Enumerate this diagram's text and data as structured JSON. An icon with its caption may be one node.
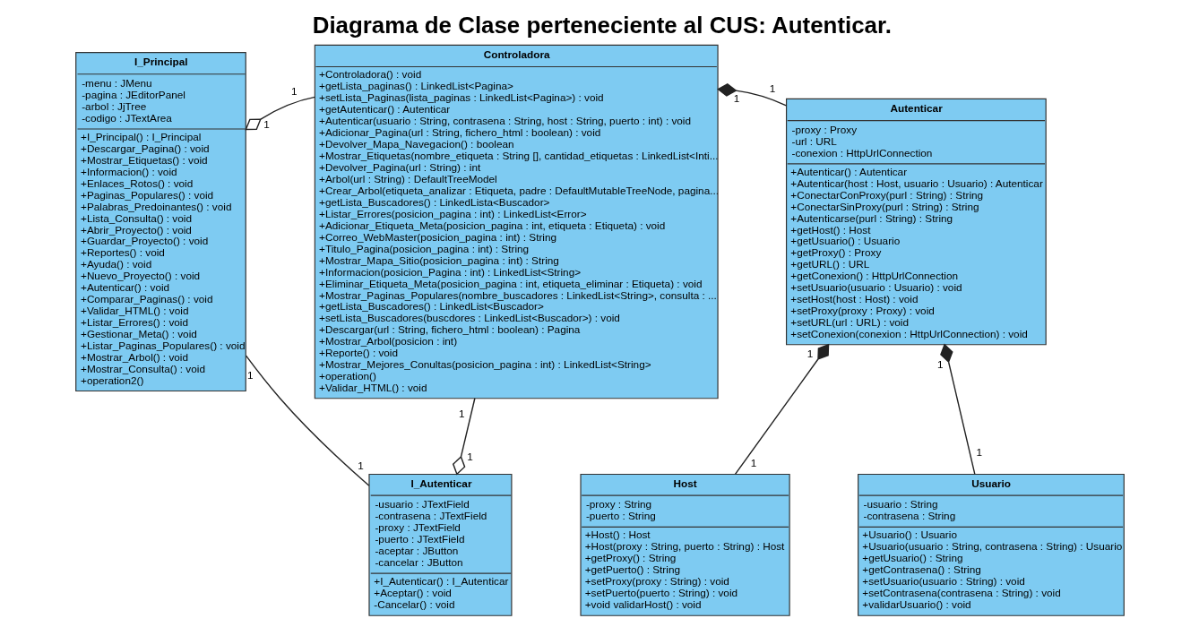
{
  "diagram": {
    "title": "Diagrama de Clase perteneciente al CUS: Autenticar.",
    "nodes": [
      {
        "text": [
          "I_Principal",
          "-menu : JMenu",
          "-pagina : JEditorPanel",
          "-arbol : JjTree",
          "-codigo : JTextArea",
          "+I_Principal() : I_Principal",
          "+Descargar_Pagina() : void",
          "+Mostrar_Etiquetas() : void",
          "+Informacion() : void",
          "+Enlaces_Rotos() : void",
          "+Paginas_Populares() : void",
          "+Palabras_Predoinantes() : void",
          "+Lista_Consulta() : void",
          "+Abrir_Proyecto() : void",
          "+Guardar_Proyecto() : void",
          "+Reportes() : void",
          "+Ayuda() : void",
          "+Nuevo_Proyecto() : void",
          "+Autenticar() : void",
          "+Comparar_Paginas() : void",
          "+Validar_HTML() : void",
          "+Listar_Errores() : void",
          "+Gestionar_Meta() : void",
          "+Listar_Paginas_Populares() : void",
          "+Mostrar_Arbol() : void",
          "+Mostrar_Consulta() : void",
          "+operation2()"
        ]
      },
      {
        "text": [
          "Controladora",
          "+Controladora() : void",
          "+getLista_paginas() : LinkedList<Pagina>",
          "+setLista_Paginas(lista_paginas : LinkedList<Pagina>) : void",
          "+getAutenticar() : Autenticar",
          "+Autenticar(usuario : String, contrasena : String, host : String, puerto : int) : void",
          "+Adicionar_Pagina(url : String, fichero_html : boolean) : void",
          "+Devolver_Mapa_Navegacion() : boolean",
          "+Mostrar_Etiquetas(nombre_etiqueta : String [], cantidad_etiquetas : LinkedList<Inti...",
          "+Devolver_Pagina(url : String) : int",
          "+Arbol(url : String) : DefaultTreeModel",
          "+Crear_Arbol(etiqueta_analizar : Etiqueta, padre : DefaultMutableTreeNode, pagina...",
          "+getLista_Buscadores() : LinkedLista<Buscador>",
          "+Listar_Errores(posicion_pagina : int) : LinkedList<Error>",
          "+Adicionar_Etiqueta_Meta(posicion_pagina : int, etiqueta : Etiqueta) : void",
          "+Correo_WebMaster(posicion_pagina : int) : String",
          "+Titulo_Pagina(posicion_pagina : int) : String",
          "+Mostrar_Mapa_Sitio(posicion_pagina : int) : String",
          "+Informacion(posicion_Pagina : int) : LinkedList<String>",
          "+Eliminar_Etiqueta_Meta(posicion_pagina : int, etiqueta_eliminar : Etiqueta) : void",
          "+Mostrar_Paginas_Populares(nombre_buscadores : LinkedList<String>, consulta : ...",
          "+getLista_Buscadores() : LinkedList<Buscador>",
          "+setLista_Buscadores(buscdores : LinkedList<Buscador>) : void",
          "+Descargar(url : String, fichero_html : boolean) : Pagina",
          "+Mostrar_Arbol(posicion : int)",
          "+Reporte() : void",
          "+Mostrar_Mejores_Conultas(posicion_pagina : int) : LinkedList<String>",
          "+operation()",
          "+Validar_HTML() : void"
        ]
      },
      {
        "text": [
          "Autenticar",
          "-proxy : Proxy",
          "-url : URL",
          "-conexion : HttpUrlConnection",
          "+Autenticar() : Autenticar",
          "+Autenticar(host : Host, usuario : Usuario) : Autenticar",
          "+ConectarConProxy(purl : String) : String",
          "+ConectarSinProxy(purl : String) : String",
          "+Autenticarse(purl : String) : String",
          "+getHost() : Host",
          "+getUsuario() : Usuario",
          "+getProxy() : Proxy",
          "+getURL() : URL",
          "+getConexion() : HttpUrlConnection",
          "+setUsuario(usuario : Usuario) : void",
          "+setHost(host : Host) : void",
          "+setProxy(proxy : Proxy) : void",
          "+setURL(url : URL) : void",
          "+setConexion(conexion : HttpUrlConnection) : void"
        ]
      },
      {
        "text": [
          "I_Autenticar",
          "-usuario : JTextField",
          "-contrasena : JTextField",
          "-proxy : JTextField",
          "-puerto : JTextField",
          "-aceptar : JButton",
          "-cancelar : JButton",
          "+I_Autenticar() : I_Autenticar",
          "+Aceptar() : void",
          "-Cancelar() : void"
        ]
      },
      {
        "text": [
          "Host",
          "-proxy : String",
          "-puerto : String",
          "+Host() : Host",
          "+Host(proxy : String, puerto : String) : Host",
          "+getProxy() : String",
          "+getPuerto() : String",
          "+setProxy(proxy : String) : void",
          "+setPuerto(puerto : String) : void",
          "+void validarHost() : void"
        ]
      },
      {
        "text": [
          "Usuario",
          "-usuario : String",
          "-contrasena : String",
          "+Usuario() : Usuario",
          "+Usuario(usuario : String, contrasena : String) : Usuario",
          "+getUsuario() : String",
          "+getContrasena() : String",
          "+setUsuario(usuario : String) : void",
          "+setContrasena(contrasena : String) : void",
          "+validarUsuario() : void"
        ]
      }
    ],
    "edges": [
      {
        "from": 1,
        "to": 0,
        "arrow": "other"
      },
      {
        "from": 2,
        "to": 1,
        "arrow": "other"
      },
      {
        "from": 4,
        "to": 2,
        "arrow": "other"
      },
      {
        "from": 5,
        "to": 2,
        "arrow": "other"
      },
      {
        "from": 0,
        "to": 3,
        "arrow": "none"
      },
      {
        "from": 1,
        "to": 3,
        "arrow": "other"
      }
    ],
    "labels": [
      "1",
      "1",
      "1",
      "1",
      "1",
      "1",
      "1",
      "1",
      "1",
      "1",
      "1",
      "1"
    ]
  }
}
